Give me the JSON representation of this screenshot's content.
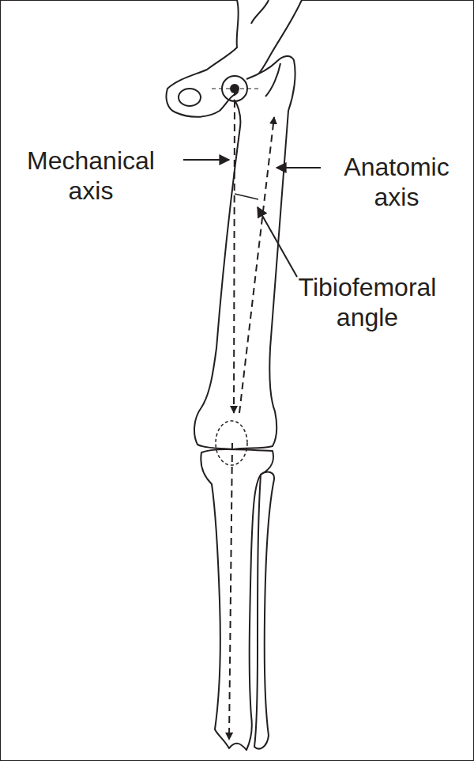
{
  "diagram": {
    "labels": [
      "Mechanical axis",
      "Anatomic axis",
      "Tibiofemoral angle"
    ]
  }
}
